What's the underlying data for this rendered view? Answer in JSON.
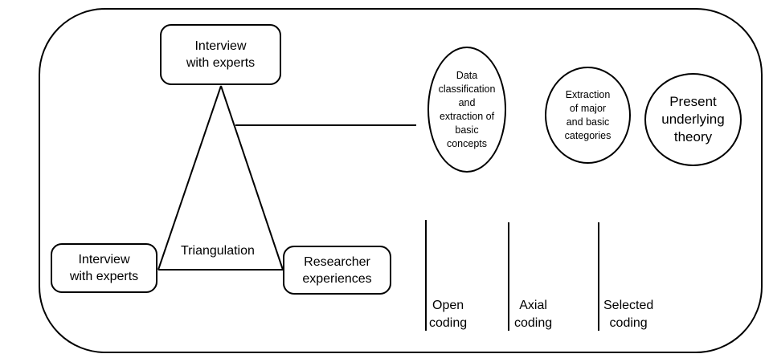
{
  "diagram": {
    "nodes": {
      "interview_top": "Interview\nwith experts",
      "interview_left": "Interview\nwith experts",
      "researcher": "Researcher\nexperiences",
      "triangulation": "Triangulation",
      "data_classification": "Data\nclassification\nand\nextraction of\nbasic\nconcepts",
      "extraction_categories": "Extraction\nof major\nand basic\ncategories",
      "underlying_theory": "Present\nunderlying\ntheory"
    },
    "stages": {
      "open": "Open\ncoding",
      "axial": "Axial\ncoding",
      "selected": "Selected\ncoding"
    }
  }
}
